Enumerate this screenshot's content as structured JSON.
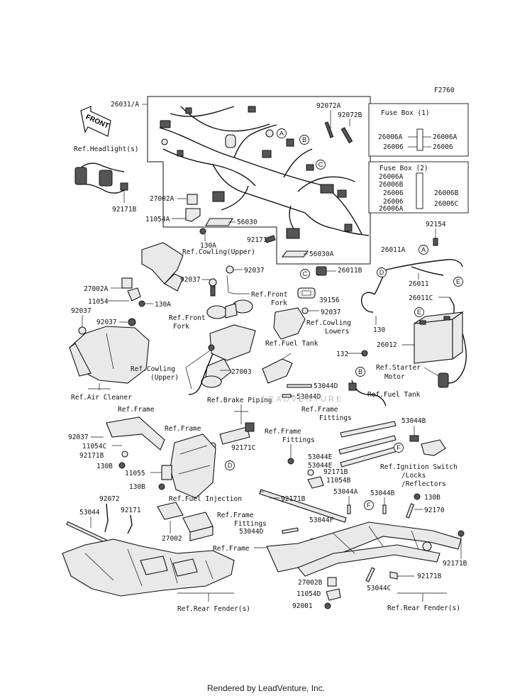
{
  "diagram_id": "F2760",
  "front_label": "FRONT",
  "footer": "Rendered by LeadVenture, Inc.",
  "watermark": "LEADVENTURE",
  "fuse_box_1": {
    "title": "Fuse Box (1)",
    "left": [
      "26006A",
      "26006"
    ],
    "right": [
      "26006A",
      "26006"
    ]
  },
  "fuse_box_2": {
    "title": "Fuse Box (2)",
    "left": [
      "26006A",
      "26006B",
      "26006",
      "26006",
      "26006A"
    ],
    "right": [
      "26006B",
      "26006C"
    ]
  },
  "callouts": [
    "A",
    "B",
    "C",
    "D",
    "E",
    "F"
  ],
  "part_labels": {
    "p26031A": "26031/A",
    "p92072A": "92072A",
    "p92072B": "92072B",
    "p56030": "56030",
    "p56030A": "56030A",
    "p92171A": "92171A",
    "p27002A_1": "27002A",
    "p11054A": "11054A",
    "p130A_1": "130A",
    "p92171B_1": "92171B",
    "p92037_1": "92037",
    "p92037_2": "92037",
    "p27002A_2": "27002A",
    "p11054": "11054",
    "p130A_2": "130A",
    "p92037_3": "92037",
    "p92037_4": "92037",
    "p92037_5": "92037",
    "p39156": "39156",
    "p26011B": "26011B",
    "p92154": "92154",
    "p26011A": "26011A",
    "p26011": "26011",
    "p26011C": "26011C",
    "p130_1": "130",
    "p26012": "26012",
    "p27003": "27003",
    "p53044D_1": "53044D",
    "p53044D_2": "53044D",
    "p132": "132",
    "p92037_6": "92037",
    "p11054C": "11054C",
    "p92171B_2": "92171B",
    "p130B_1": "130B",
    "p11055": "11055",
    "p130B_2": "130B",
    "p92171C": "92171C",
    "p53044B_1": "53044B",
    "p53044E_1": "53044E",
    "p53044E_2": "53044E",
    "p92171B_3": "92171B",
    "p11054B": "11054B",
    "p53044A": "53044A",
    "p53044B_2": "53044B",
    "p130B_3": "130B",
    "p92170": "92170",
    "p92171B_4": "92171B",
    "p53044F": "53044F",
    "p53044D_3": "53044D",
    "p92171B_5": "92171B",
    "p92171B_6": "92171B",
    "p53044C": "53044C",
    "p27002B": "27002B",
    "p11054D": "11054D",
    "p92001": "92001",
    "p92072": "92072",
    "p53044": "53044",
    "p92171": "92171",
    "p27002": "27002"
  },
  "ref_labels": {
    "headlight": "Ref.Headlight(s)",
    "cowling_upper_1": "Ref.Cowling(Upper)",
    "front_fork_1a": "Ref.Front",
    "front_fork_1b": "Fork",
    "front_fork_2a": "Ref.Front",
    "front_fork_2b": "Fork",
    "cowling_lowers_a": "Ref.Cowling",
    "cowling_lowers_b": "Lowers",
    "fuel_tank_1": "Ref.Fuel Tank",
    "fuel_tank_2": "Ref.Fuel Tank",
    "cowling_upper_2a": "Ref.Cowling",
    "cowling_upper_2b": "(Upper)",
    "air_cleaner": "Ref.Air Cleaner",
    "brake_piping": "Ref.Brake Piping",
    "starter_motor_a": "Ref.Starter",
    "starter_motor_b": "Motor",
    "frame_fittings_1a": "Ref.Frame",
    "frame_fittings_1b": "Fittings",
    "frame_1": "Ref.Frame",
    "frame_2": "Ref.Frame",
    "frame_fittings_2a": "Ref.Frame",
    "frame_fittings_2b": "Fittings",
    "ignition_a": "Ref.Ignition Switch",
    "ignition_b": "/Locks",
    "ignition_c": "/Reflectors",
    "fuel_injection": "Ref.Fuel Injection",
    "frame_fittings_3a": "Ref.Frame",
    "frame_fittings_3b": "Fittings",
    "frame_3": "Ref.Frame",
    "rear_fender_1": "Ref.Rear Fender(s)",
    "rear_fender_2": "Ref.Rear Fender(s)"
  }
}
